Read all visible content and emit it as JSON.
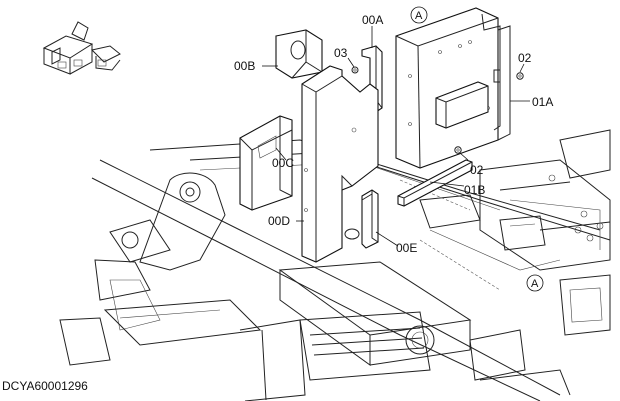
{
  "drawing": {
    "caption": "DCYA60001296",
    "labels": {
      "p00A": "00A",
      "p00B": "00B",
      "p00C": "00C",
      "p00D": "00D",
      "p00E": "00E",
      "p01A": "01A",
      "p01B": "01B",
      "p02_top": "02",
      "p02_mid": "02",
      "p03": "03"
    },
    "view_markers": {
      "top": "A",
      "bottom": "A"
    },
    "icons": [
      "machine-orientation-icon"
    ]
  }
}
